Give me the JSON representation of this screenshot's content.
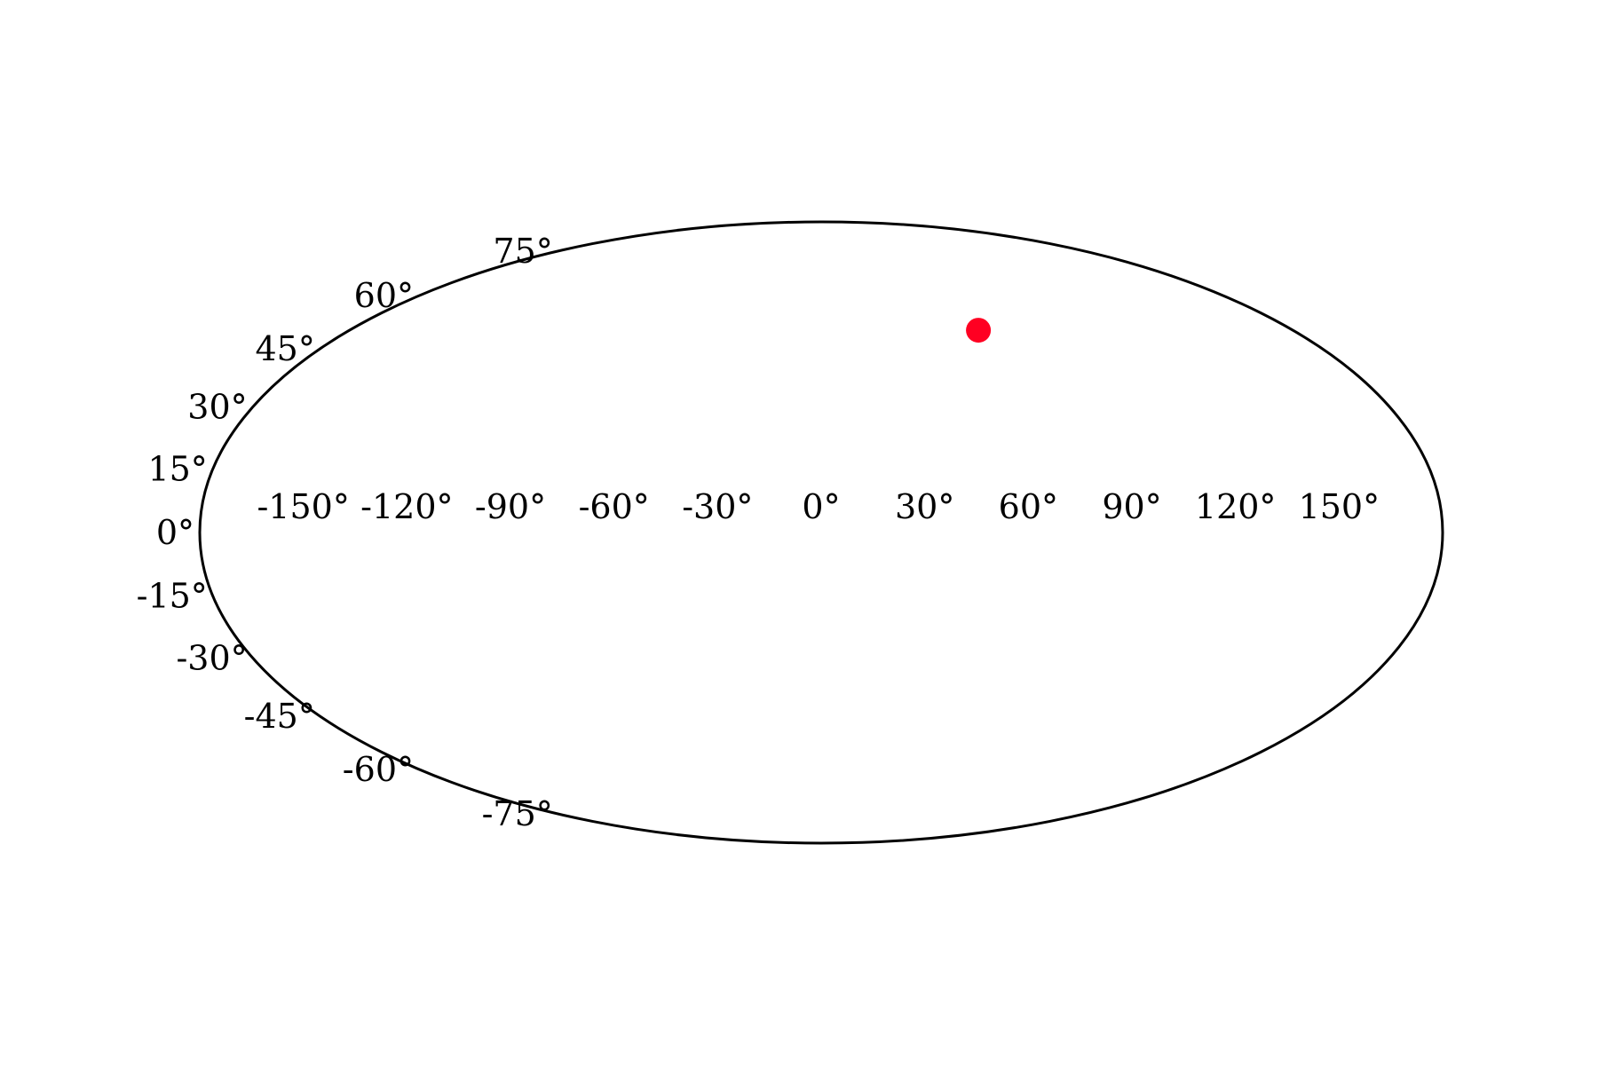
{
  "chart_data": {
    "type": "scatter",
    "projection": "mollweide",
    "title": "",
    "xlabel": "",
    "ylabel": "",
    "grid": false,
    "xlim": [
      -180,
      180
    ],
    "ylim": [
      -90,
      90
    ],
    "x_tick_values": [
      -150,
      -120,
      -90,
      -60,
      -30,
      0,
      30,
      60,
      90,
      120,
      150
    ],
    "x_tick_labels": [
      "-150°",
      "-120°",
      "-90°",
      "-60°",
      "-30°",
      "0°",
      "30°",
      "60°",
      "90°",
      "120°",
      "150°"
    ],
    "y_tick_values": [
      75,
      60,
      45,
      30,
      15,
      0,
      -15,
      -30,
      -45,
      -60,
      -75
    ],
    "y_tick_labels": [
      "75°",
      "60°",
      "45°",
      "30°",
      "15°",
      "0°",
      "-15°",
      "-30°",
      "-45°",
      "-60°",
      "-75°"
    ],
    "points": [
      {
        "lon": 60,
        "lat": 50,
        "color": "#ff0022"
      }
    ]
  },
  "colors": {
    "outline": "#000000",
    "marker": "#ff0022",
    "background": "#ffffff"
  }
}
